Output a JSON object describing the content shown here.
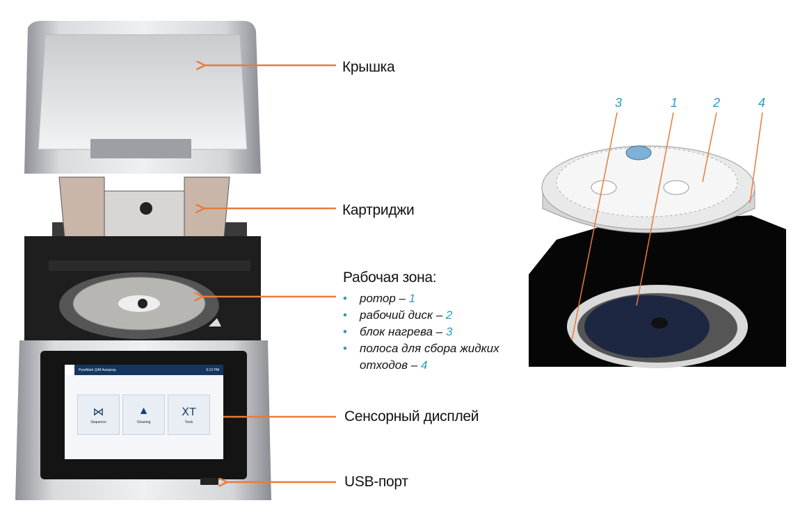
{
  "labels": {
    "lid": "Крышка",
    "cartridges": "Картриджи",
    "work_zone": "Рабочая зона:",
    "display": "Сенсорный дисплей",
    "usb": "USB-порт"
  },
  "work_zone_items": [
    {
      "text": "ротор – ",
      "num": "1"
    },
    {
      "text": "рабочий диск – ",
      "num": "2"
    },
    {
      "text": "блок нагрева – ",
      "num": "3"
    },
    {
      "text": "полоса для сбора жидких отходов – ",
      "num": "4"
    }
  ],
  "screen": {
    "title": "PyroMark Q48 Autoprep",
    "time": "5:12 PM",
    "tiles": [
      "Sequence",
      "Cleaning",
      "Tools"
    ]
  },
  "detail_numbers": [
    "3",
    "1",
    "2",
    "4"
  ],
  "colors": {
    "arrow": "#e87b3a",
    "accent": "#2a9bbf"
  }
}
